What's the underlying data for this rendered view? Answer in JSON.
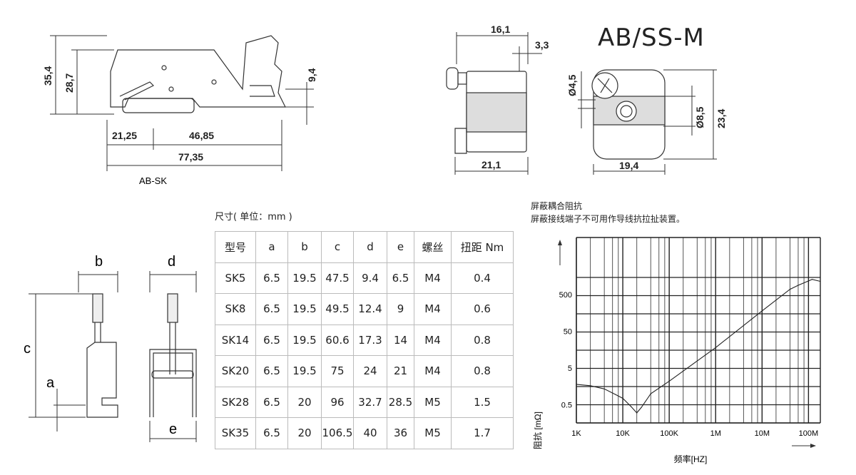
{
  "top_left_drawing": {
    "caption": "AB-SK",
    "dims": {
      "h1": "35,4",
      "h2": "28,7",
      "h3": "9,4",
      "w1": "21,25",
      "w2": "46,85",
      "w3": "77,35"
    }
  },
  "top_mid_drawing": {
    "dims": {
      "w_top": "16,1",
      "w_small": "3,3",
      "w_bottom": "21,1"
    }
  },
  "top_right_drawing": {
    "title": "AB/SS-M",
    "dims": {
      "d1": "Ø4,5",
      "d2": "Ø8,5",
      "h": "23,4",
      "w": "19,4"
    }
  },
  "clamp_drawings": {
    "labels": {
      "a": "a",
      "b": "b",
      "c": "c",
      "d": "d",
      "e": "e"
    }
  },
  "table": {
    "caption": "尺寸( 单位：mm )",
    "headers": [
      "型号",
      "a",
      "b",
      "c",
      "d",
      "e",
      "螺丝",
      "扭距 Nm"
    ],
    "rows": [
      [
        "SK5",
        "6.5",
        "19.5",
        "47.5",
        "9.4",
        "6.5",
        "M4",
        "0.4"
      ],
      [
        "SK8",
        "6.5",
        "19.5",
        "49.5",
        "12.4",
        "9",
        "M4",
        "0.6"
      ],
      [
        "SK14",
        "6.5",
        "19.5",
        "60.6",
        "17.3",
        "14",
        "M4",
        "0.8"
      ],
      [
        "SK20",
        "6.5",
        "19.5",
        "75",
        "24",
        "21",
        "M4",
        "0.8"
      ],
      [
        "SK28",
        "6.5",
        "20",
        "96",
        "32.7",
        "28.5",
        "M5",
        "1.5"
      ],
      [
        "SK35",
        "6.5",
        "20",
        "106.5",
        "40",
        "36",
        "M5",
        "1.7"
      ]
    ]
  },
  "notes": {
    "line1": "屏蔽耦合阻抗",
    "line2": "屏蔽接线端子不可用作导线抗拉扯装置。"
  },
  "chart_data": {
    "type": "line",
    "title": "屏蔽耦合阻抗",
    "xlabel": "频率[HZ]",
    "ylabel": "阻抗 [mΩ]",
    "xscale": "log",
    "yscale": "log",
    "xlim": [
      1000,
      180000000
    ],
    "ylim": [
      0.16,
      18000
    ],
    "grid": true,
    "xticks": [
      {
        "value": 1000,
        "label": "1K"
      },
      {
        "value": 10000,
        "label": "10K"
      },
      {
        "value": 100000,
        "label": "100K"
      },
      {
        "value": 1000000,
        "label": "1M"
      },
      {
        "value": 10000000,
        "label": "10M"
      },
      {
        "value": 100000000,
        "label": "100M"
      }
    ],
    "yticks": [
      {
        "value": 0.5,
        "label": "0.5"
      },
      {
        "value": 5,
        "label": "5"
      },
      {
        "value": 50,
        "label": "50"
      },
      {
        "value": 500,
        "label": "500"
      }
    ],
    "series": [
      {
        "name": "impedance",
        "x": [
          1000,
          2000,
          4000,
          7000,
          10000,
          15000,
          20000,
          25000,
          40000,
          100000,
          1000000,
          10000000,
          40000000,
          60000000,
          120000000,
          180000000
        ],
        "y": [
          1.8,
          1.65,
          1.35,
          0.95,
          0.75,
          0.45,
          0.3,
          0.42,
          1.0,
          2.2,
          18,
          180,
          700,
          900,
          1300,
          1150
        ]
      }
    ]
  }
}
